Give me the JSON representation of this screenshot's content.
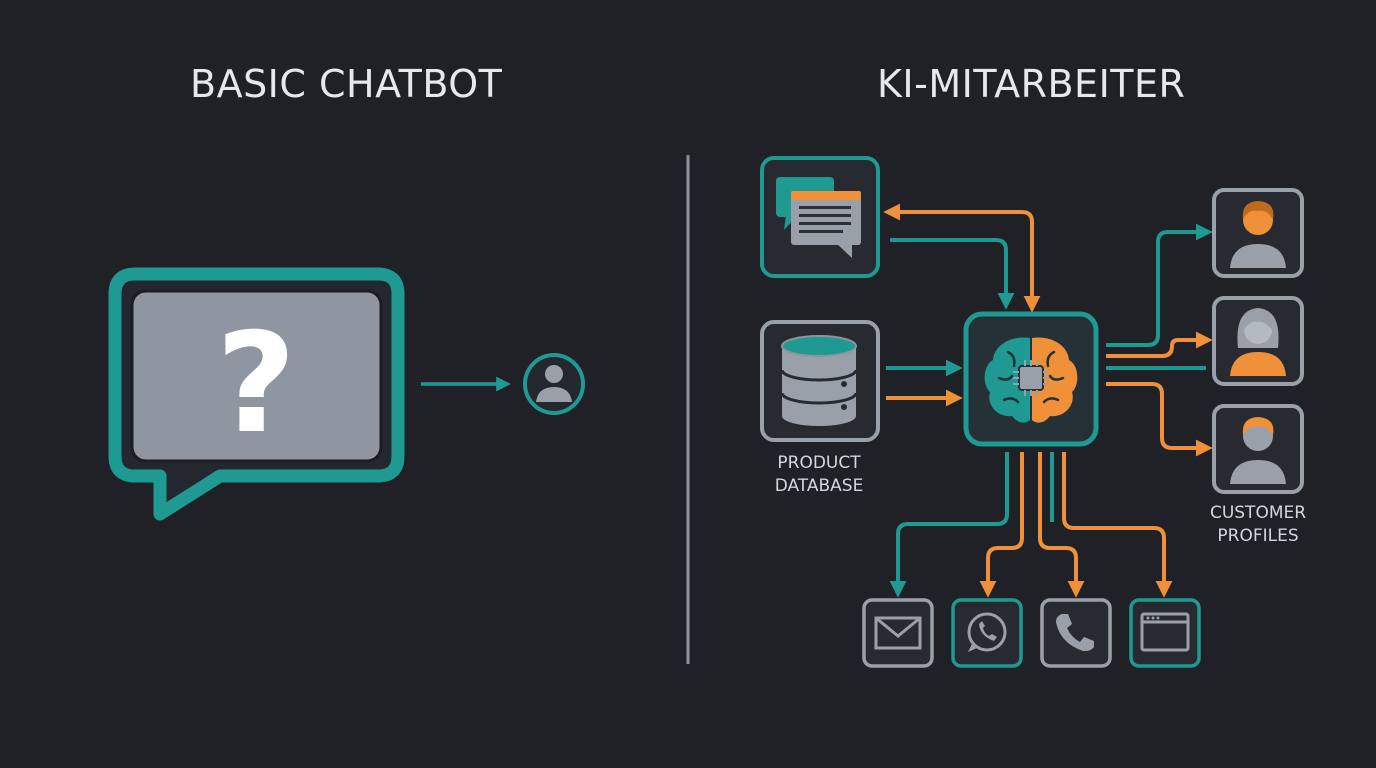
{
  "left_panel": {
    "title": "BASIC CHATBOT",
    "bubble_glyph": "?"
  },
  "right_panel": {
    "title": "KI-MITARBEITER",
    "product_database_label": "PRODUCT\nDATABASE",
    "customer_profiles_label": "CUSTOMER\nPROFILES"
  },
  "colors": {
    "background": "#1f2126",
    "teal": "#1f9a93",
    "orange": "#f0913a",
    "gray": "#9aa0aa",
    "box_fill": "#272b31"
  },
  "icons": {
    "left": [
      "speech-bubble-question-icon",
      "user-avatar-icon"
    ],
    "inputs": [
      "chat-messages-icon",
      "database-icon"
    ],
    "center": "ai-brain-chip-icon",
    "profiles": [
      "male-user-icon",
      "female-user-icon",
      "male-user-icon"
    ],
    "channels": [
      "email-icon",
      "whatsapp-icon",
      "phone-icon",
      "browser-window-icon"
    ]
  }
}
